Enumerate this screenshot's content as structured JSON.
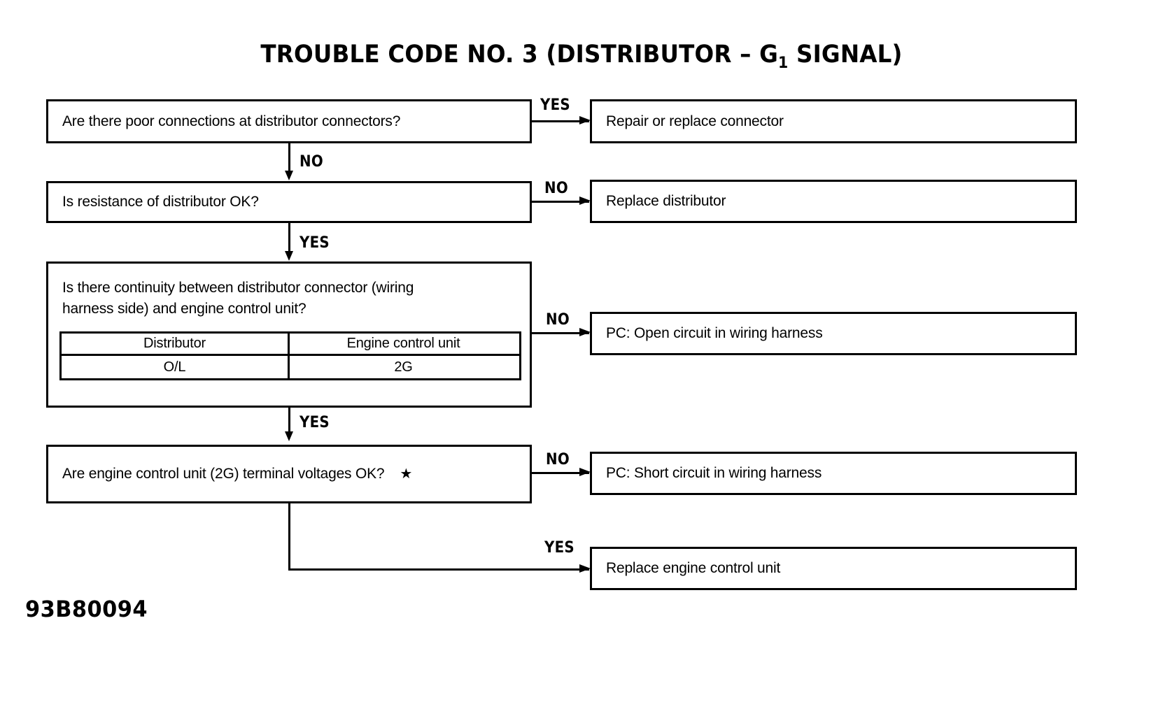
{
  "title": {
    "prefix": "TROUBLE CODE NO. 3 (DISTRIBUTOR  –  G",
    "subscript": "1",
    "suffix": " SIGNAL)"
  },
  "footer": {
    "code": "93B80094"
  },
  "flow": {
    "decisions": [
      {
        "id": "poor-connections",
        "text": "Are there poor connections at distributor connectors?"
      },
      {
        "id": "resistance-ok",
        "text": "Is resistance of distributor OK?"
      },
      {
        "id": "continuity",
        "line1": "Is there continuity between distributor connector (wiring",
        "line2": "harness side) and engine control unit?",
        "table": {
          "headers": [
            "Distributor",
            "Engine control unit"
          ],
          "rows": [
            [
              "O/L",
              "2G"
            ]
          ]
        }
      },
      {
        "id": "terminal-voltages",
        "text": "Are engine control unit (2G) terminal voltages OK?",
        "marker": "★"
      }
    ],
    "actions": [
      {
        "id": "repair-connector",
        "text": "Repair or replace connector"
      },
      {
        "id": "replace-distributor",
        "text": "Replace distributor"
      },
      {
        "id": "open-circuit",
        "text": "PC: Open circuit in wiring harness"
      },
      {
        "id": "short-circuit",
        "text": "PC: Short circuit in wiring harness"
      },
      {
        "id": "replace-ecu",
        "text": "Replace engine control unit"
      }
    ],
    "labels": {
      "yes1": "YES",
      "no1": "NO",
      "no2": "NO",
      "yes2": "YES",
      "no3": "NO",
      "yes3": "YES",
      "no4": "NO",
      "yes4": "YES"
    }
  },
  "colors": {
    "ink": "#000000",
    "paper": "#ffffff"
  }
}
